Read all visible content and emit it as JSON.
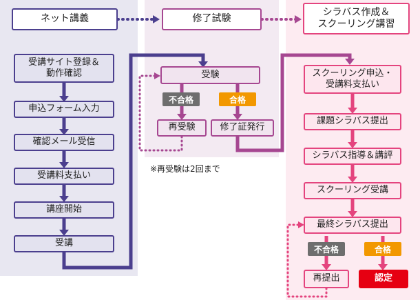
{
  "header": {
    "step1": "ネット講義",
    "step2": "修了試験",
    "step3_line1": "シラバス作成＆",
    "step3_line2": "スクーリング講習"
  },
  "col1": {
    "item1_line1": "受講サイト登録＆",
    "item1_line2": "動作確認",
    "item2": "申込フォーム入力",
    "item3": "確認メール受信",
    "item4": "受講料支払い",
    "item5": "講座開始",
    "item6": "受講"
  },
  "col2": {
    "exam": "受験",
    "fail": "不合格",
    "pass": "合格",
    "retake": "再受験",
    "certificate": "修了証発行",
    "note": "※再受験は2回まで"
  },
  "col3": {
    "item1_line1": "スクーリング申込・",
    "item1_line2": "受講料支払い",
    "item2": "課題シラバス提出",
    "item3": "シラバス指導＆講評",
    "item4": "スクーリング受講",
    "item5": "最終シラバス提出",
    "fail": "不合格",
    "pass": "合格",
    "resubmit": "再提出",
    "certify": "認定"
  },
  "colors": {
    "navy": "#4b3f8e",
    "purple": "#a64791",
    "pink": "#e4447e",
    "fail_tag": "#6e6e6e",
    "pass_tag": "#f29800",
    "certify": "#e60012"
  }
}
